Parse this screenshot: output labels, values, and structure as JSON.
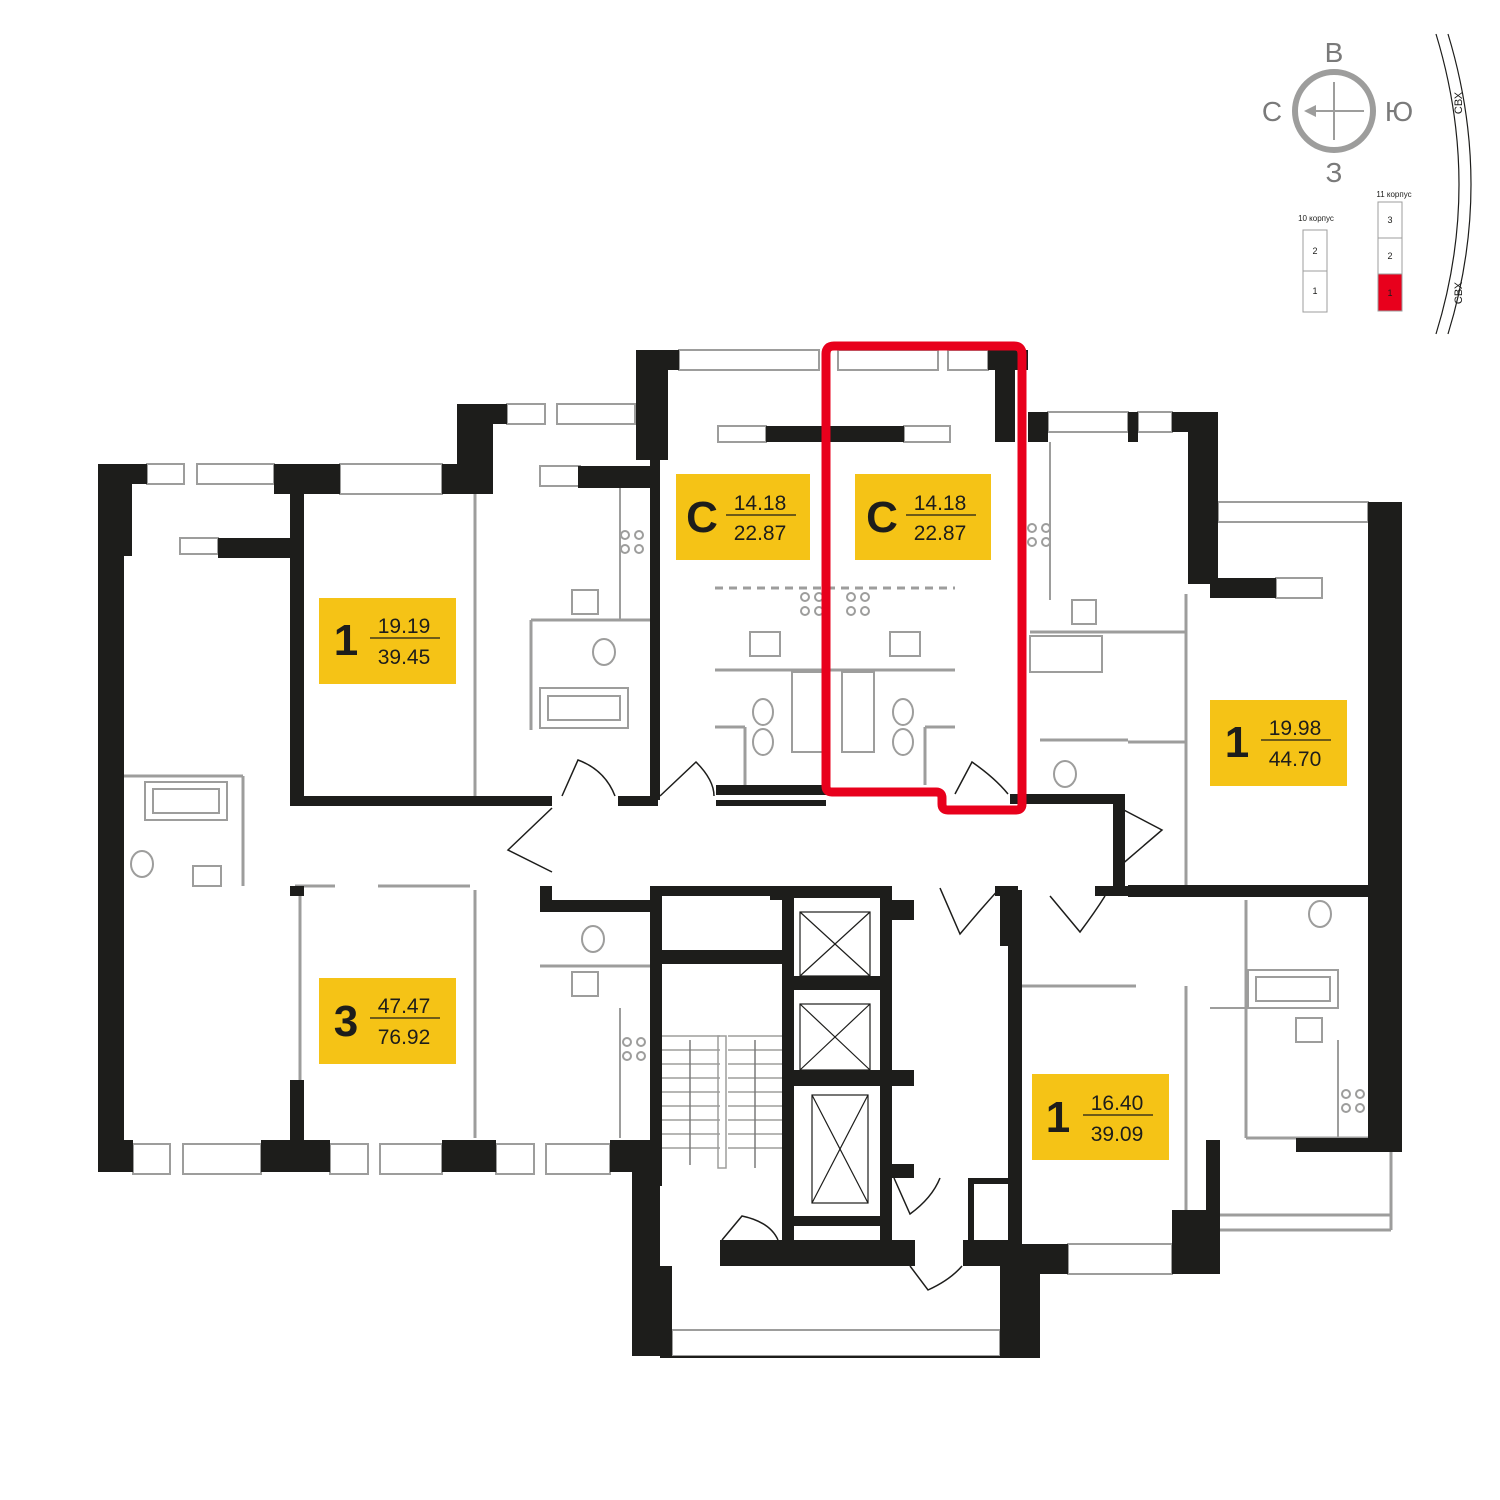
{
  "compass": {
    "north": "В",
    "south": "З",
    "west": "С",
    "east": "Ю"
  },
  "road_label": "СВХ",
  "building_selector": {
    "bldg10": {
      "title": "10 корпус",
      "floors": [
        "2",
        "1"
      ]
    },
    "bldg11": {
      "title": "11 корпус",
      "floors": [
        "3",
        "2",
        "1"
      ],
      "active_floor": "1"
    },
    "active_color": "#e8001c"
  },
  "apartments": [
    {
      "type": "С",
      "living": "14.18",
      "total": "22.87"
    },
    {
      "type": "С",
      "living": "14.18",
      "total": "22.87",
      "selected": true
    },
    {
      "type": "1",
      "living": "19.19",
      "total": "39.45"
    },
    {
      "type": "1",
      "living": "19.98",
      "total": "44.70"
    },
    {
      "type": "3",
      "living": "47.47",
      "total": "76.92"
    },
    {
      "type": "1",
      "living": "16.40",
      "total": "39.09"
    }
  ],
  "colors": {
    "label_bg": "#f5c316",
    "wall": "#1d1d1b",
    "highlight": "#e8001c",
    "fixture": "#9d9d9c"
  }
}
